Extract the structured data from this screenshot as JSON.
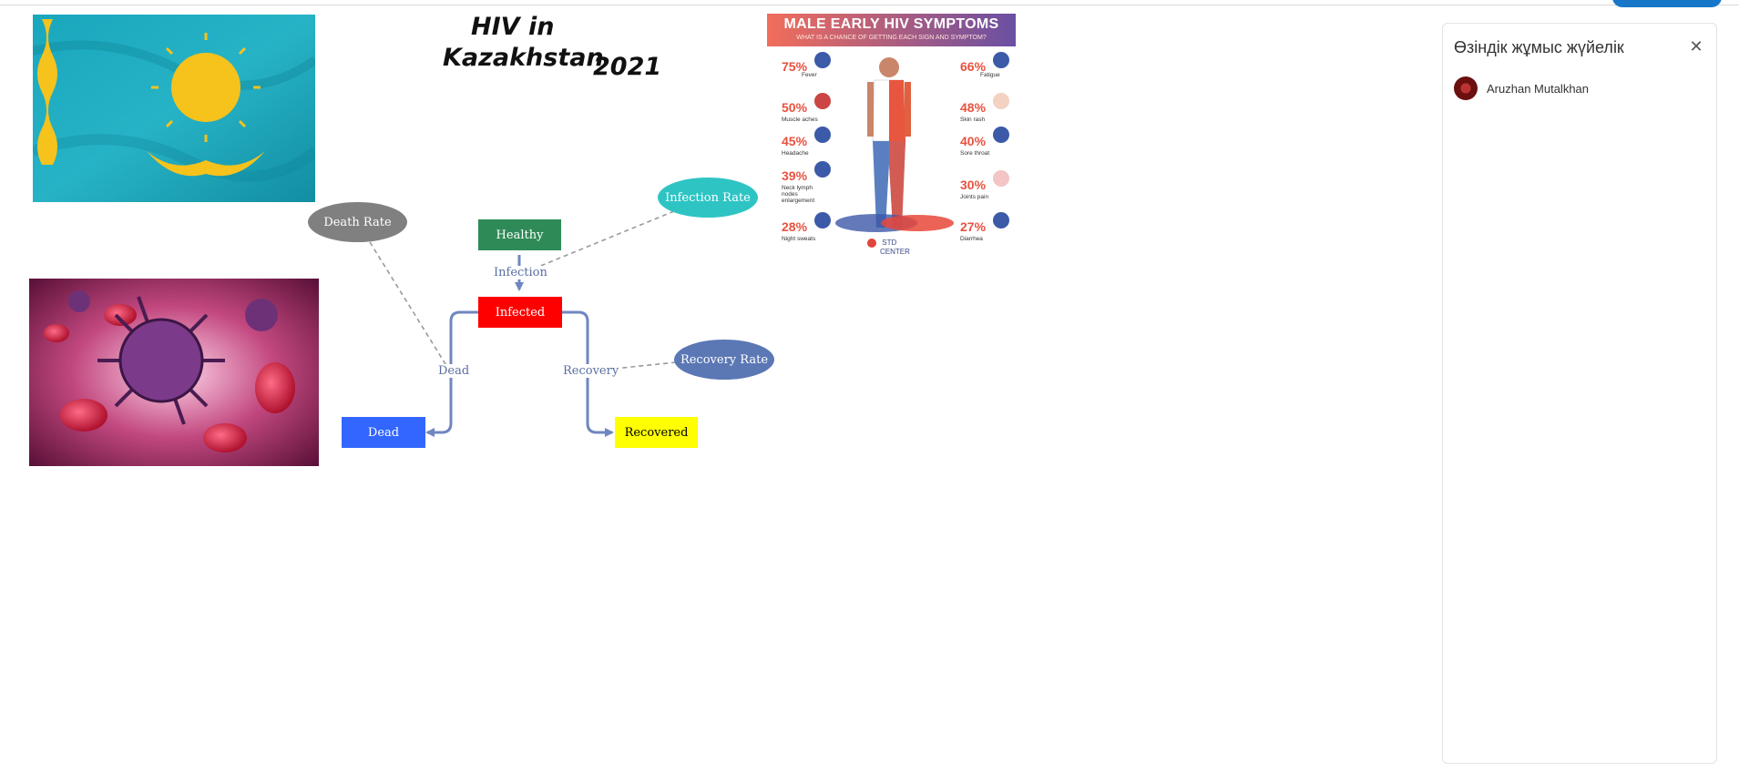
{
  "title": {
    "line1": "HIV  in",
    "line2": "Kazakhstan",
    "year": "2021"
  },
  "nodes": {
    "healthy": "Healthy",
    "infected": "Infected",
    "dead": "Dead",
    "recovered": "Recovered",
    "death_rate": "Death Rate",
    "infection_rate": "Infection Rate",
    "recovery_rate": "Recovery Rate"
  },
  "edges": {
    "infection": "Infection",
    "dead": "Dead",
    "recovery": "Recovery"
  },
  "colors": {
    "healthy": "#2e8b57",
    "infected": "#ff0000",
    "dead": "#3366ff",
    "recovered": "#ffff00",
    "death_rate": "#808080",
    "infection_rate": "#2ec4c4",
    "recovery_rate": "#5b78b5",
    "flow_arrow": "#6f86c0"
  },
  "poster": {
    "title": "MALE EARLY HIV SYMPTOMS",
    "subtitle": "WHAT IS A CHANCE OF GETTING EACH SIGN AND SYMPTOM?",
    "left": [
      {
        "pct": "75%",
        "label": "Fever"
      },
      {
        "pct": "50%",
        "label": "Muscle aches"
      },
      {
        "pct": "45%",
        "label": "Headache"
      },
      {
        "pct": "39%",
        "label": "Neck lymph nodes enlargement"
      },
      {
        "pct": "28%",
        "label": "Night sweats"
      }
    ],
    "right": [
      {
        "pct": "66%",
        "label": "Fatigue"
      },
      {
        "pct": "48%",
        "label": "Skin rash"
      },
      {
        "pct": "40%",
        "label": "Sore throat"
      },
      {
        "pct": "30%",
        "label": "Joints pain"
      },
      {
        "pct": "27%",
        "label": "Diarrhea"
      }
    ],
    "logo_line1": "STD",
    "logo_line2": "CENTER"
  },
  "panel": {
    "title": "Өзіндік жұмыс жүйелік",
    "close_icon": "close-icon",
    "user_name": "Aruzhan Mutalkhan"
  }
}
